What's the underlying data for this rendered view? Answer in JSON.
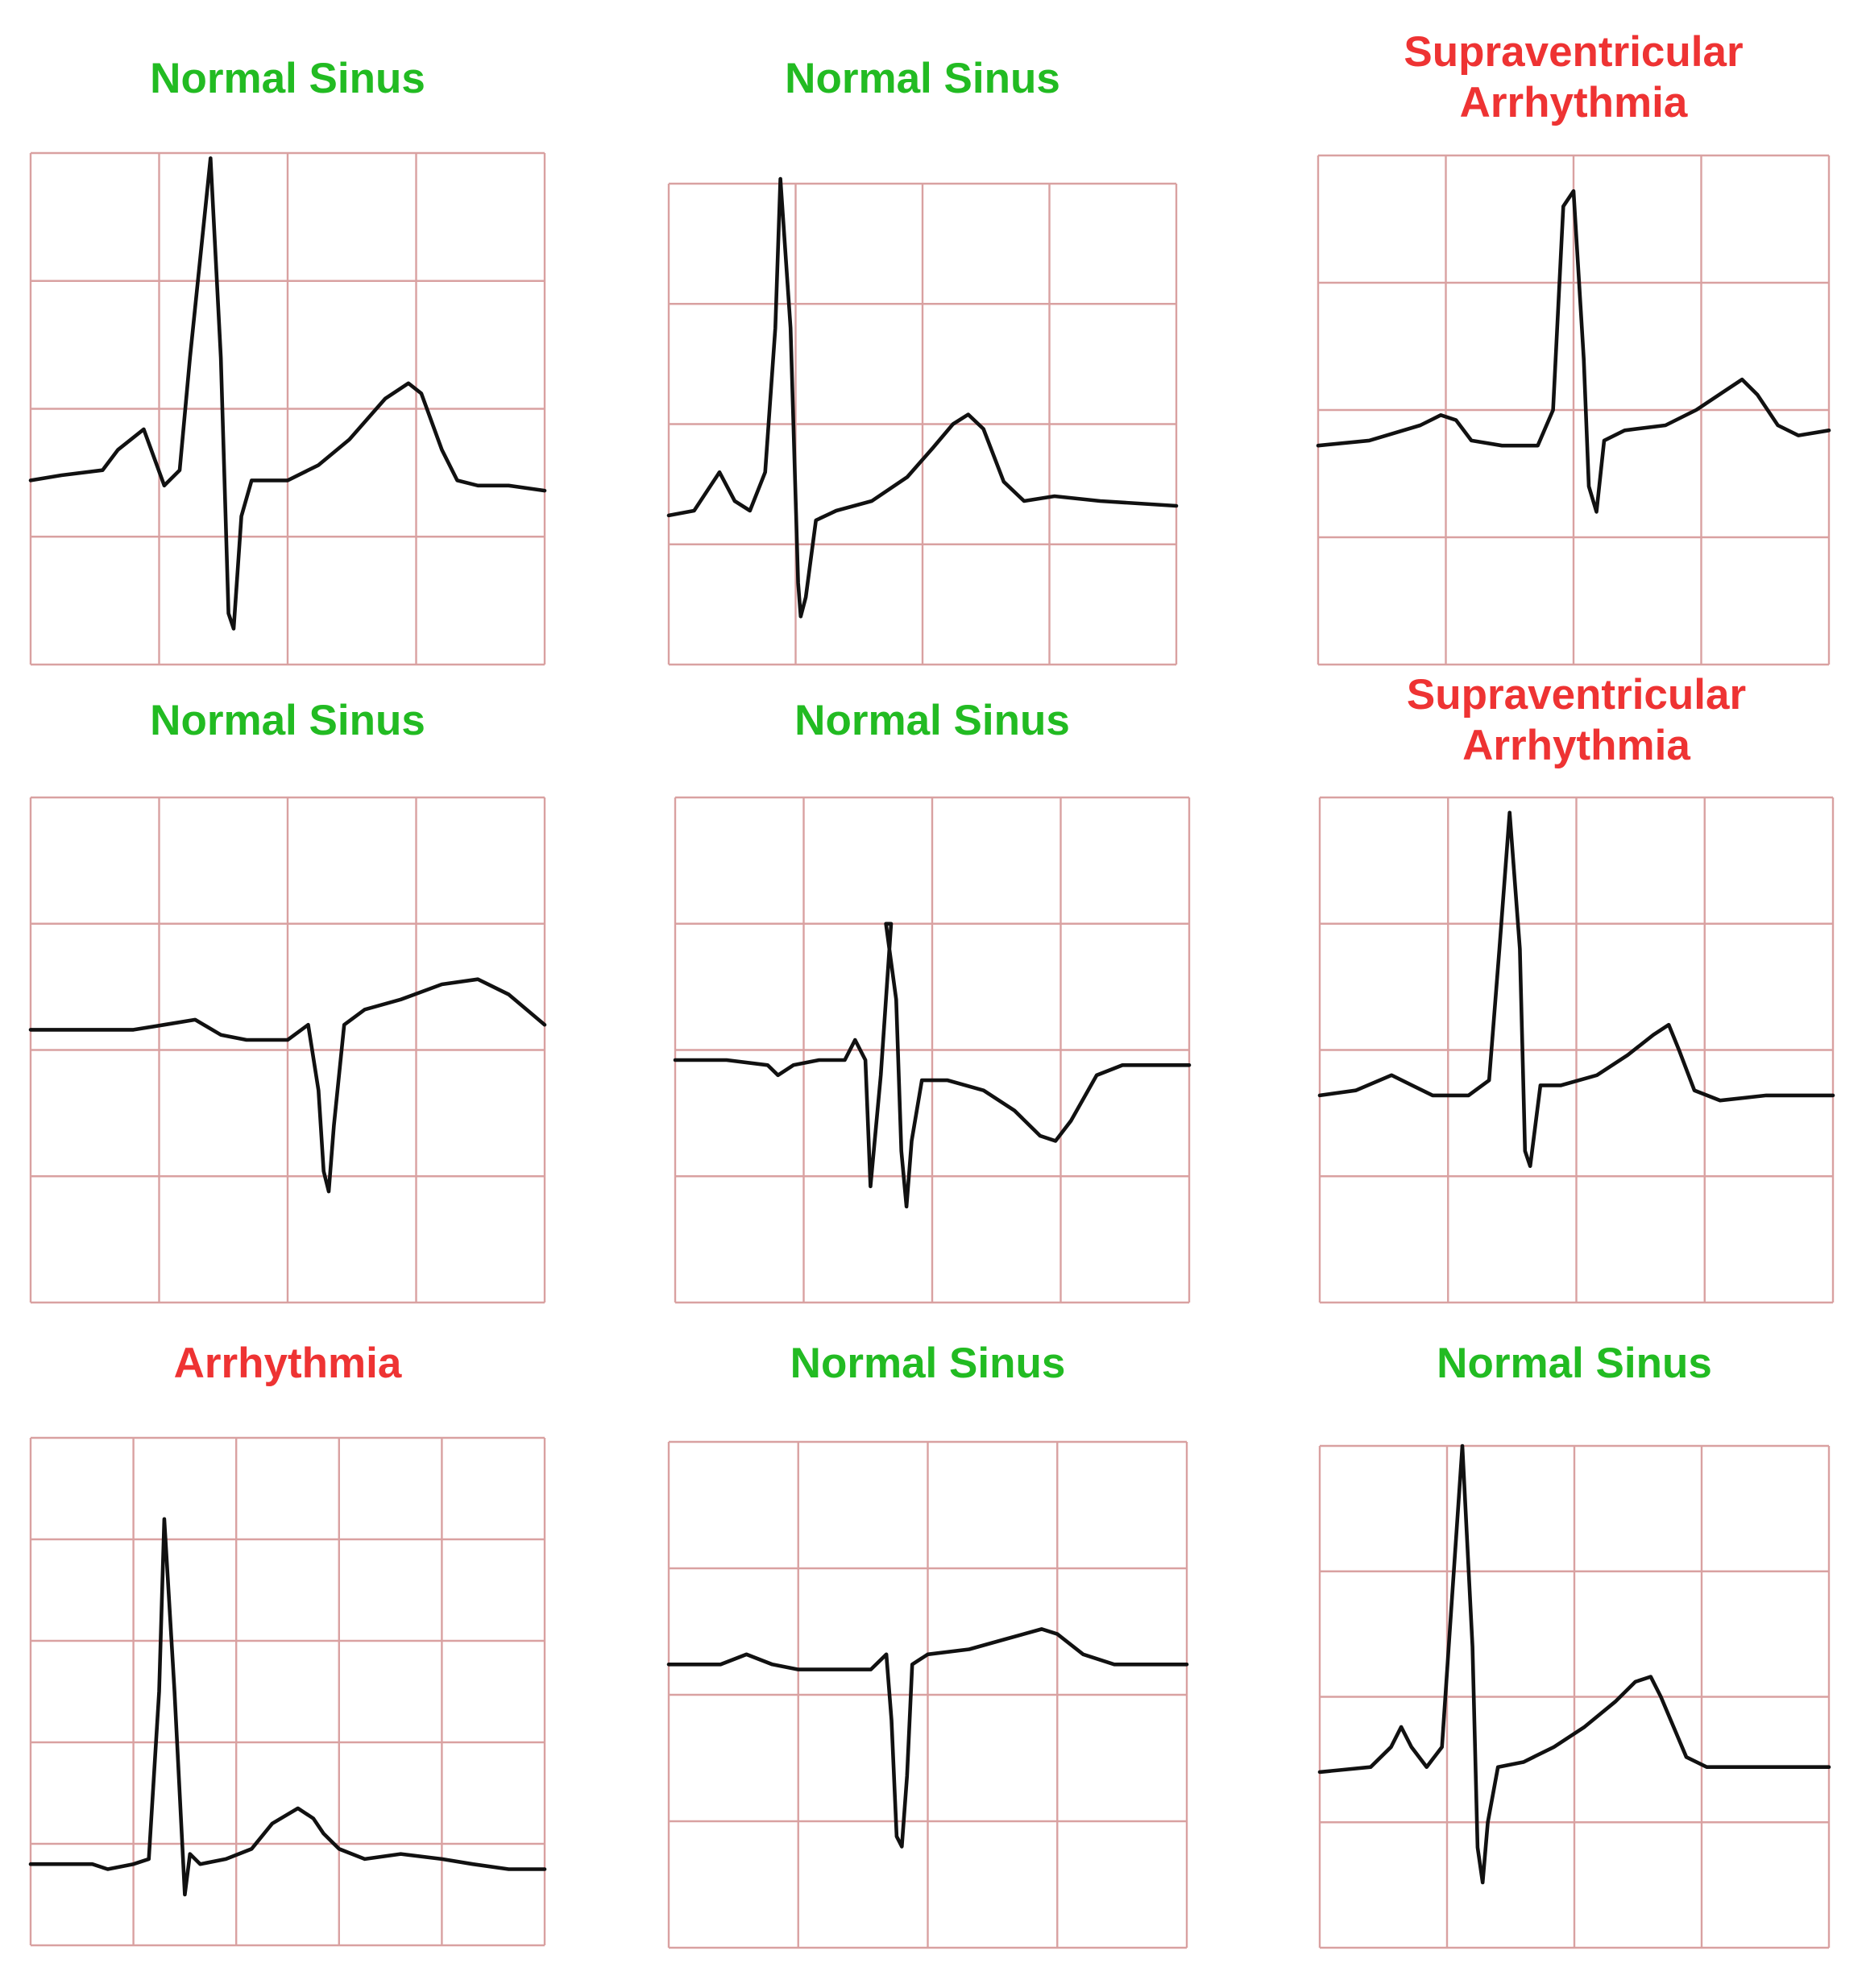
{
  "colors": {
    "normal_label": "#22bb22",
    "arrhythmia_label": "#ee3333",
    "grid": "#d9a1a1",
    "trace": "#111111",
    "background": "#ffffff"
  },
  "chart_data": [
    {
      "type": "line",
      "title": "Normal Sinus",
      "title_lines": [
        "Normal Sinus"
      ],
      "class": "normal",
      "grid": true,
      "grid_cells": [
        4,
        4
      ],
      "points": [
        [
          0.0,
          0.36
        ],
        [
          0.06,
          0.37
        ],
        [
          0.14,
          0.38
        ],
        [
          0.17,
          0.42
        ],
        [
          0.22,
          0.46
        ],
        [
          0.26,
          0.35
        ],
        [
          0.29,
          0.38
        ],
        [
          0.31,
          0.6
        ],
        [
          0.35,
          0.99
        ],
        [
          0.37,
          0.6
        ],
        [
          0.385,
          0.1
        ],
        [
          0.395,
          0.07
        ],
        [
          0.41,
          0.29
        ],
        [
          0.43,
          0.36
        ],
        [
          0.5,
          0.36
        ],
        [
          0.56,
          0.39
        ],
        [
          0.62,
          0.44
        ],
        [
          0.69,
          0.52
        ],
        [
          0.735,
          0.55
        ],
        [
          0.76,
          0.53
        ],
        [
          0.8,
          0.42
        ],
        [
          0.83,
          0.36
        ],
        [
          0.87,
          0.35
        ],
        [
          0.93,
          0.35
        ],
        [
          1.0,
          0.34
        ]
      ]
    },
    {
      "type": "line",
      "title": "Normal Sinus",
      "title_lines": [
        "Normal Sinus"
      ],
      "class": "normal",
      "grid": true,
      "grid_cells": [
        4,
        4
      ],
      "points": [
        [
          0.0,
          0.31
        ],
        [
          0.05,
          0.32
        ],
        [
          0.1,
          0.4
        ],
        [
          0.13,
          0.34
        ],
        [
          0.16,
          0.32
        ],
        [
          0.19,
          0.4
        ],
        [
          0.21,
          0.7
        ],
        [
          0.22,
          1.01
        ],
        [
          0.24,
          0.7
        ],
        [
          0.255,
          0.17
        ],
        [
          0.26,
          0.1
        ],
        [
          0.27,
          0.14
        ],
        [
          0.29,
          0.3
        ],
        [
          0.33,
          0.32
        ],
        [
          0.4,
          0.34
        ],
        [
          0.47,
          0.39
        ],
        [
          0.52,
          0.45
        ],
        [
          0.56,
          0.5
        ],
        [
          0.59,
          0.52
        ],
        [
          0.62,
          0.49
        ],
        [
          0.66,
          0.38
        ],
        [
          0.7,
          0.34
        ],
        [
          0.76,
          0.35
        ],
        [
          0.85,
          0.34
        ],
        [
          1.0,
          0.33
        ]
      ]
    },
    {
      "type": "line",
      "title": "Supraventricular Arrhythmia",
      "title_lines": [
        "Supraventricular",
        "Arrhythmia"
      ],
      "class": "arrhythmia",
      "grid": true,
      "grid_cells": [
        4,
        4
      ],
      "points": [
        [
          0.0,
          0.43
        ],
        [
          0.1,
          0.44
        ],
        [
          0.2,
          0.47
        ],
        [
          0.24,
          0.49
        ],
        [
          0.27,
          0.48
        ],
        [
          0.3,
          0.44
        ],
        [
          0.36,
          0.43
        ],
        [
          0.43,
          0.43
        ],
        [
          0.46,
          0.5
        ],
        [
          0.48,
          0.9
        ],
        [
          0.5,
          0.93
        ],
        [
          0.52,
          0.6
        ],
        [
          0.53,
          0.35
        ],
        [
          0.545,
          0.3
        ],
        [
          0.56,
          0.44
        ],
        [
          0.6,
          0.46
        ],
        [
          0.68,
          0.47
        ],
        [
          0.74,
          0.5
        ],
        [
          0.8,
          0.54
        ],
        [
          0.83,
          0.56
        ],
        [
          0.86,
          0.53
        ],
        [
          0.9,
          0.47
        ],
        [
          0.94,
          0.45
        ],
        [
          1.0,
          0.46
        ]
      ]
    },
    {
      "type": "line",
      "title": "Normal Sinus",
      "title_lines": [
        "Normal Sinus"
      ],
      "class": "normal",
      "grid": true,
      "grid_cells": [
        4,
        4
      ],
      "points": [
        [
          0.0,
          0.54
        ],
        [
          0.1,
          0.54
        ],
        [
          0.2,
          0.54
        ],
        [
          0.26,
          0.55
        ],
        [
          0.32,
          0.56
        ],
        [
          0.37,
          0.53
        ],
        [
          0.42,
          0.52
        ],
        [
          0.5,
          0.52
        ],
        [
          0.54,
          0.55
        ],
        [
          0.56,
          0.42
        ],
        [
          0.57,
          0.26
        ],
        [
          0.58,
          0.22
        ],
        [
          0.59,
          0.35
        ],
        [
          0.61,
          0.55
        ],
        [
          0.65,
          0.58
        ],
        [
          0.72,
          0.6
        ],
        [
          0.8,
          0.63
        ],
        [
          0.87,
          0.64
        ],
        [
          0.93,
          0.61
        ],
        [
          1.0,
          0.55
        ]
      ]
    },
    {
      "type": "line",
      "title": "Normal Sinus",
      "title_lines": [
        "Normal Sinus"
      ],
      "class": "normal",
      "grid": true,
      "grid_cells": [
        4,
        4
      ],
      "points": [
        [
          0.0,
          0.48
        ],
        [
          0.1,
          0.48
        ],
        [
          0.18,
          0.47
        ],
        [
          0.2,
          0.45
        ],
        [
          0.23,
          0.47
        ],
        [
          0.28,
          0.48
        ],
        [
          0.33,
          0.48
        ],
        [
          0.35,
          0.52
        ],
        [
          0.37,
          0.48
        ],
        [
          0.38,
          0.23
        ],
        [
          0.4,
          0.45
        ],
        [
          0.42,
          0.75
        ],
        [
          0.41,
          0.75
        ],
        [
          0.43,
          0.6
        ],
        [
          0.44,
          0.3
        ],
        [
          0.45,
          0.19
        ],
        [
          0.46,
          0.32
        ],
        [
          0.48,
          0.44
        ],
        [
          0.53,
          0.44
        ],
        [
          0.6,
          0.42
        ],
        [
          0.66,
          0.38
        ],
        [
          0.71,
          0.33
        ],
        [
          0.74,
          0.32
        ],
        [
          0.77,
          0.36
        ],
        [
          0.82,
          0.45
        ],
        [
          0.87,
          0.47
        ],
        [
          0.94,
          0.47
        ],
        [
          1.0,
          0.47
        ]
      ]
    },
    {
      "type": "line",
      "title": "Supraventricular Arrhythmia",
      "title_lines": [
        "Supraventricular",
        "Arrhythmia"
      ],
      "class": "arrhythmia",
      "grid": true,
      "grid_cells": [
        4,
        4
      ],
      "points": [
        [
          0.0,
          0.41
        ],
        [
          0.07,
          0.42
        ],
        [
          0.14,
          0.45
        ],
        [
          0.18,
          0.43
        ],
        [
          0.22,
          0.41
        ],
        [
          0.29,
          0.41
        ],
        [
          0.33,
          0.44
        ],
        [
          0.35,
          0.7
        ],
        [
          0.37,
          0.97
        ],
        [
          0.39,
          0.7
        ],
        [
          0.4,
          0.3
        ],
        [
          0.41,
          0.27
        ],
        [
          0.43,
          0.43
        ],
        [
          0.47,
          0.43
        ],
        [
          0.54,
          0.45
        ],
        [
          0.6,
          0.49
        ],
        [
          0.65,
          0.53
        ],
        [
          0.68,
          0.55
        ],
        [
          0.7,
          0.5
        ],
        [
          0.73,
          0.42
        ],
        [
          0.78,
          0.4
        ],
        [
          0.87,
          0.41
        ],
        [
          1.0,
          0.41
        ]
      ]
    },
    {
      "type": "line",
      "title": "Arrhythmia",
      "title_lines": [
        "Arrhythmia"
      ],
      "class": "arrhythmia",
      "grid": true,
      "grid_cells": [
        5,
        5
      ],
      "points": [
        [
          0.0,
          0.16
        ],
        [
          0.08,
          0.16
        ],
        [
          0.12,
          0.16
        ],
        [
          0.15,
          0.15
        ],
        [
          0.2,
          0.16
        ],
        [
          0.23,
          0.17
        ],
        [
          0.25,
          0.5
        ],
        [
          0.26,
          0.84
        ],
        [
          0.28,
          0.5
        ],
        [
          0.3,
          0.1
        ],
        [
          0.31,
          0.18
        ],
        [
          0.33,
          0.16
        ],
        [
          0.38,
          0.17
        ],
        [
          0.43,
          0.19
        ],
        [
          0.47,
          0.24
        ],
        [
          0.52,
          0.27
        ],
        [
          0.55,
          0.25
        ],
        [
          0.57,
          0.22
        ],
        [
          0.6,
          0.19
        ],
        [
          0.65,
          0.17
        ],
        [
          0.72,
          0.18
        ],
        [
          0.8,
          0.17
        ],
        [
          0.86,
          0.16
        ],
        [
          0.93,
          0.15
        ],
        [
          1.0,
          0.15
        ]
      ]
    },
    {
      "type": "line",
      "title": "Normal Sinus",
      "title_lines": [
        "Normal Sinus"
      ],
      "class": "normal",
      "grid": true,
      "grid_cells": [
        4,
        4
      ],
      "points": [
        [
          0.0,
          0.56
        ],
        [
          0.1,
          0.56
        ],
        [
          0.15,
          0.58
        ],
        [
          0.2,
          0.56
        ],
        [
          0.25,
          0.55
        ],
        [
          0.32,
          0.55
        ],
        [
          0.39,
          0.55
        ],
        [
          0.42,
          0.58
        ],
        [
          0.43,
          0.45
        ],
        [
          0.44,
          0.22
        ],
        [
          0.45,
          0.2
        ],
        [
          0.46,
          0.34
        ],
        [
          0.47,
          0.56
        ],
        [
          0.5,
          0.58
        ],
        [
          0.58,
          0.59
        ],
        [
          0.65,
          0.61
        ],
        [
          0.72,
          0.63
        ],
        [
          0.75,
          0.62
        ],
        [
          0.8,
          0.58
        ],
        [
          0.86,
          0.56
        ],
        [
          0.94,
          0.56
        ],
        [
          1.0,
          0.56
        ]
      ]
    },
    {
      "type": "line",
      "title": "Normal Sinus",
      "title_lines": [
        "Normal Sinus"
      ],
      "class": "normal",
      "grid": true,
      "grid_cells": [
        4,
        4
      ],
      "points": [
        [
          0.0,
          0.35
        ],
        [
          0.1,
          0.36
        ],
        [
          0.14,
          0.4
        ],
        [
          0.16,
          0.44
        ],
        [
          0.18,
          0.4
        ],
        [
          0.21,
          0.36
        ],
        [
          0.24,
          0.4
        ],
        [
          0.26,
          0.7
        ],
        [
          0.28,
          1.0
        ],
        [
          0.3,
          0.6
        ],
        [
          0.31,
          0.2
        ],
        [
          0.32,
          0.13
        ],
        [
          0.33,
          0.25
        ],
        [
          0.35,
          0.36
        ],
        [
          0.4,
          0.37
        ],
        [
          0.46,
          0.4
        ],
        [
          0.52,
          0.44
        ],
        [
          0.58,
          0.49
        ],
        [
          0.62,
          0.53
        ],
        [
          0.65,
          0.54
        ],
        [
          0.67,
          0.5
        ],
        [
          0.72,
          0.38
        ],
        [
          0.76,
          0.36
        ],
        [
          0.83,
          0.36
        ],
        [
          0.9,
          0.36
        ],
        [
          1.0,
          0.36
        ]
      ]
    }
  ]
}
